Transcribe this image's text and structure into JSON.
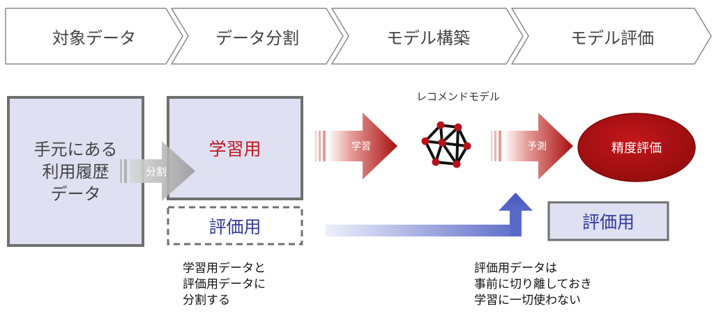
{
  "steps": [
    "対象データ",
    "データ分割",
    "モデル構築",
    "モデル評価"
  ],
  "source_box": "手元にある\n利用履歴\nデータ",
  "split_arrow_label": "分割",
  "train_box": "学習用",
  "eval_box_dashed": "評価用",
  "learn_arrow_label": "学習",
  "model_label": "レコメンドモデル",
  "predict_arrow_label": "予測",
  "accuracy_label": "精度評価",
  "eval_box_right": "評価用",
  "note_left": "学習用データと\n評価用データに\n分割する",
  "note_right": "評価用データは\n事前に切り離しておき\n学習に一切使わない",
  "colors": {
    "box_fill": "#dfe1f2",
    "red_dark": "#a30f0f",
    "red_text": "#c0141c",
    "blue_text": "#2f3a9a",
    "blue_arrow": "#5b6ac8"
  }
}
